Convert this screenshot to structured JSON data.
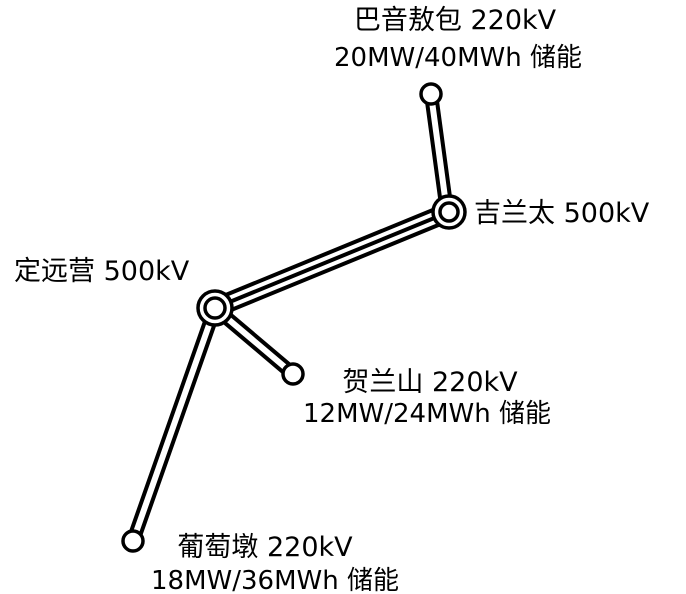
{
  "stations": {
    "bayinaobao": {
      "name": "巴音敖包 220kV",
      "storage": "20MW/40MWh 储能"
    },
    "jilantai": {
      "name": "吉兰太 500kV"
    },
    "dingyuanying": {
      "name": "定远营 500kV"
    },
    "helanshan": {
      "name": "贺兰山 220kV",
      "storage": "12MW/24MWh 储能"
    },
    "putaodun": {
      "name": "葡萄墩 220kV",
      "storage": "18MW/36MWh 储能"
    }
  },
  "connections": [
    {
      "from": "巴音敖包 220kV",
      "to": "吉兰太 500kV",
      "type": "single"
    },
    {
      "from": "吉兰太 500kV",
      "to": "定远营 500kV",
      "type": "double"
    },
    {
      "from": "定远营 500kV",
      "to": "贺兰山 220kV",
      "type": "single"
    },
    {
      "from": "定远营 500kV",
      "to": "葡萄墩 220kV",
      "type": "single"
    }
  ]
}
